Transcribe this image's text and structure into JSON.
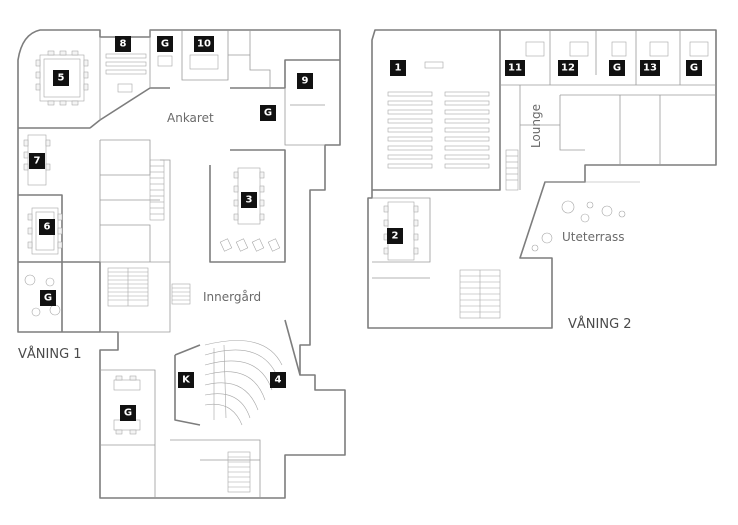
{
  "floors": {
    "floor1": "VÅNING 1",
    "floor2": "VÅNING 2"
  },
  "areas": {
    "ankaret": "Ankaret",
    "innergard": "Innergård",
    "lounge": "Lounge",
    "uteterrass": "Uteterrass"
  },
  "rooms": {
    "r1": "1",
    "r2": "2",
    "r3": "3",
    "r4": "4",
    "r5": "5",
    "r6": "6",
    "r7": "7",
    "r8": "8",
    "r9": "9",
    "r10": "10",
    "r11": "11",
    "r12": "12",
    "r13": "13",
    "g": "G",
    "k": "K"
  }
}
